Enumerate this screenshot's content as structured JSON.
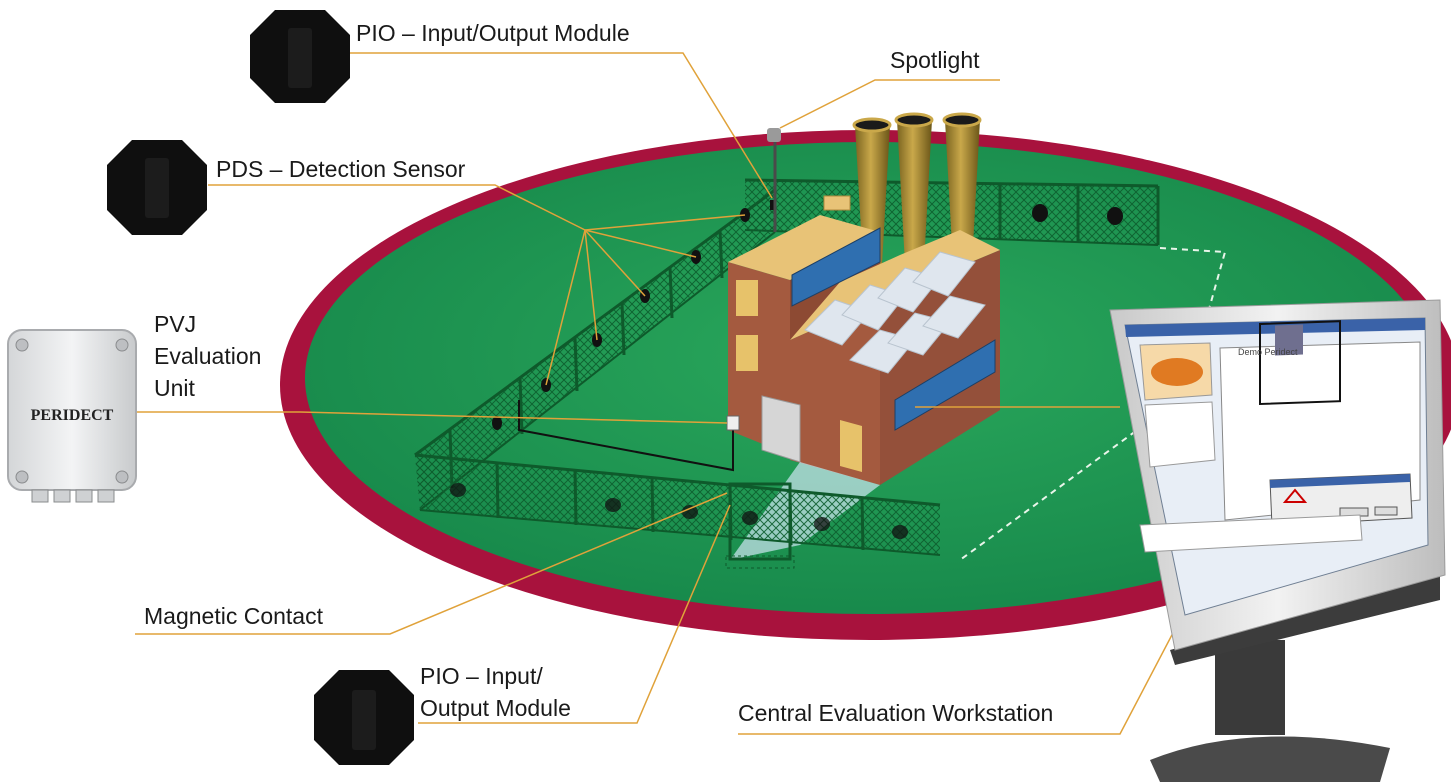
{
  "labels": {
    "pio_top": "PIO – Input/Output Module",
    "spotlight": "Spotlight",
    "pds": "PDS – Detection Sensor",
    "pvj": "PVJ\nEvaluation\nUnit",
    "magnetic": "Magnetic Contact",
    "pio_bottom": "PIO – Input/\nOutput Module",
    "workstation": "Central Evaluation Workstation"
  },
  "device": {
    "brand": "PERIDECT"
  },
  "screen": {
    "tab": "Demo Peridect"
  },
  "colors": {
    "ground_green": "#1f9a52",
    "ring_red": "#a8123d",
    "leader_orange": "#e0a23a",
    "fence_green": "#0e5a2b",
    "building_brick": "#a45a3f",
    "roof_tan": "#e8c377"
  }
}
